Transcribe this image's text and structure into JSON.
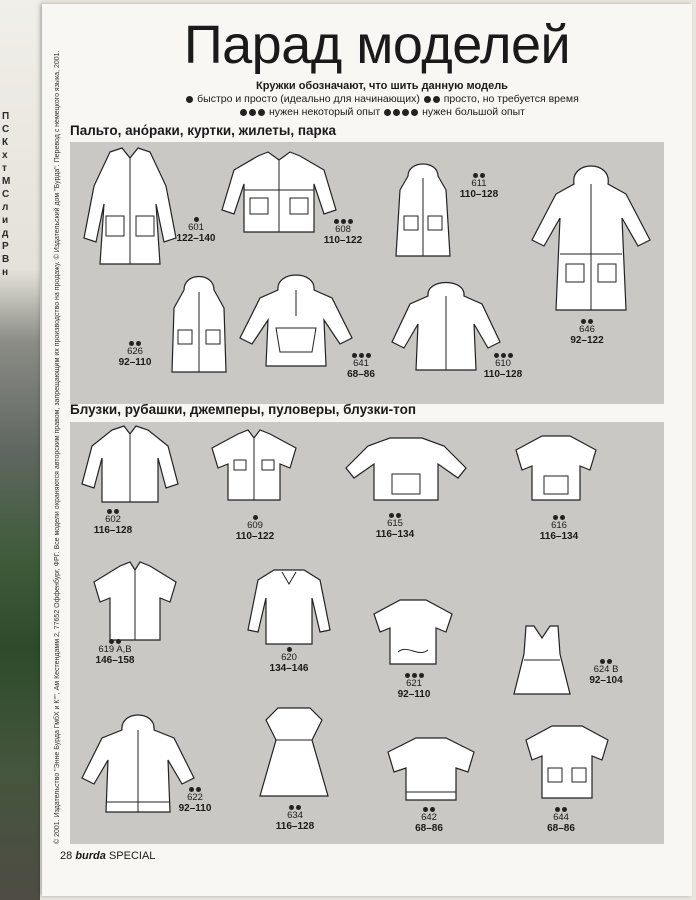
{
  "left_strip": {
    "lines": [
      "П",
      "С",
      "К",
      "х",
      "т",
      "М",
      "С",
      "л",
      "и",
      "д",
      "Р",
      "В",
      "н"
    ]
  },
  "page_title": "Парад моделей",
  "legend": {
    "heading": "Кружки обозначают, что шить данную модель",
    "line1_a": "быстро и просто (идеально для начинающих)",
    "line1_b": "просто, но требуется время",
    "line2_a": "нужен некоторый опыт",
    "line2_b": "нужен большой опыт"
  },
  "side_copyright": "© 2001. Издательство \"Энне Бурда ГмбХ и К°\", Ам Кестендамм 2, 77652 Оффенбург, ФРГ. Все модели охраняются авторским правом, запрещающим их производство на продажу. © Издательский дом \"Бурда\". Перевод с немецкого языка, 2001.",
  "sections": {
    "outerwear_title": "Пальто, ано́раки, куртки, жилеты, парка",
    "tops_title": "Блузки, рубашки, джемперы, пуловеры, блузки-топ"
  },
  "models": {
    "m601": {
      "code": "601",
      "size": "122–140",
      "dots": 1
    },
    "m608": {
      "code": "608",
      "size": "110–122",
      "dots": 3
    },
    "m611": {
      "code": "611",
      "size": "110–128",
      "dots": 2
    },
    "m646": {
      "code": "646",
      "size": "92–122",
      "dots": 2
    },
    "m626": {
      "code": "626",
      "size": "92–110",
      "dots": 2
    },
    "m641": {
      "code": "641",
      "size": "68–86",
      "dots": 3
    },
    "m610": {
      "code": "610",
      "size": "110–128",
      "dots": 3
    },
    "m602": {
      "code": "602",
      "size": "116–128",
      "dots": 2
    },
    "m609": {
      "code": "609",
      "size": "110–122",
      "dots": 1
    },
    "m615": {
      "code": "615",
      "size": "116–134",
      "dots": 2
    },
    "m616": {
      "code": "616",
      "size": "116–134",
      "dots": 2
    },
    "m619": {
      "code": "619 A,B",
      "size": "146–158",
      "dots": 2
    },
    "m620": {
      "code": "620",
      "size": "134–146",
      "dots": 1
    },
    "m621": {
      "code": "621",
      "size": "92–110",
      "dots": 3
    },
    "m624": {
      "code": "624 B",
      "size": "92–104",
      "dots": 2
    },
    "m622": {
      "code": "622",
      "size": "92–110",
      "dots": 2
    },
    "m634": {
      "code": "634",
      "size": "116–128",
      "dots": 2
    },
    "m642": {
      "code": "642",
      "size": "68–86",
      "dots": 2
    },
    "m644": {
      "code": "644",
      "size": "68–86",
      "dots": 2
    }
  },
  "footer": {
    "page": "28",
    "brand": "burda",
    "edition": "SPECIAL"
  }
}
